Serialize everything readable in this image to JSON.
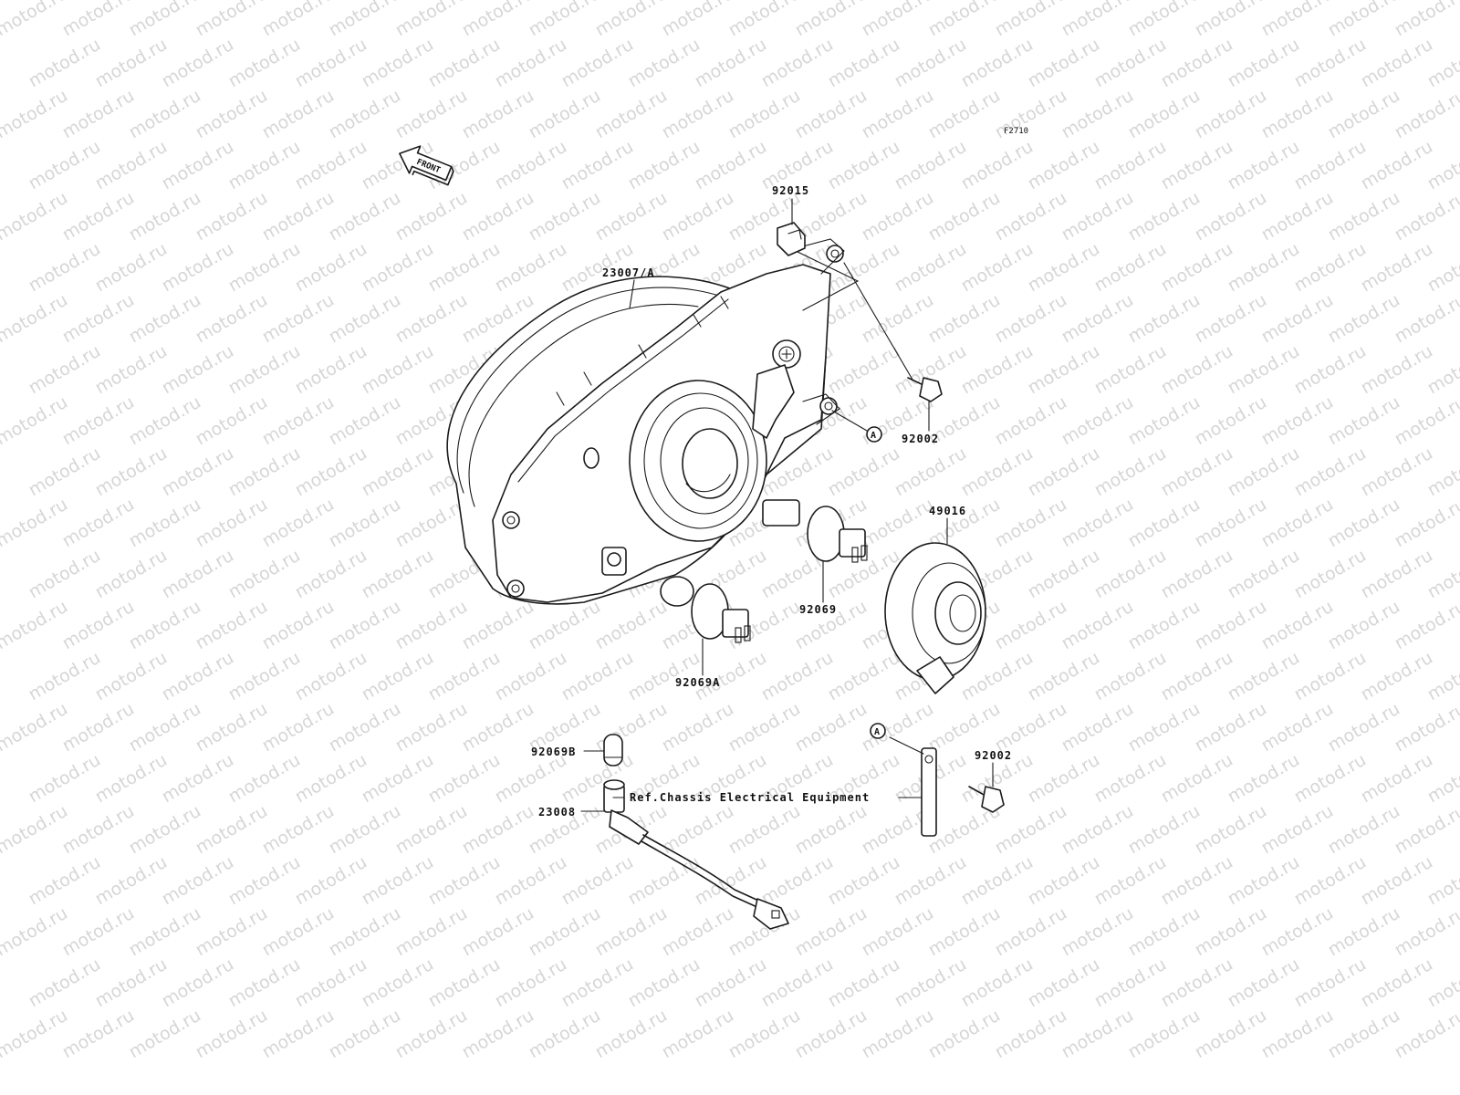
{
  "watermark": {
    "text": "motod.ru",
    "color": "#d6d6d6"
  },
  "figure_code": "F2710",
  "front_arrow_label": "FRONT",
  "reference_letter": "A",
  "parts": {
    "p92015": "92015",
    "p23007A": "23007/A",
    "p92002_top": "92002",
    "p49016": "49016",
    "p92069": "92069",
    "p92069A": "92069A",
    "p92069B": "92069B",
    "p23008": "23008",
    "p92002_bottom": "92002"
  },
  "reference_note": "Ref.Chassis Electrical Equipment",
  "colors": {
    "line": "#1a1a1a",
    "background": "#ffffff"
  }
}
